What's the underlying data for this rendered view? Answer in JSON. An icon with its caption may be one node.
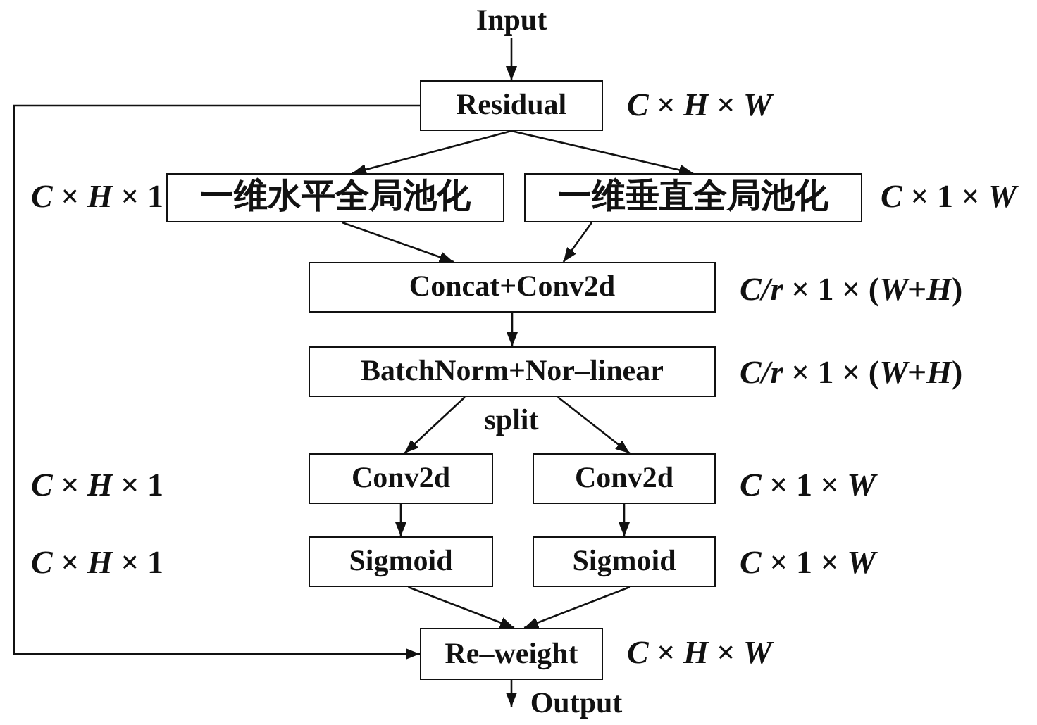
{
  "diagram": {
    "nodes": [
      {
        "text": [
          "Input"
        ]
      },
      {
        "text": [
          "Residual"
        ],
        "beside": [
          "*C* × *H* × *W*"
        ]
      },
      {
        "text": [
          "一维水平全局池化"
        ],
        "beside": [
          "*C* × *H* × 1"
        ]
      },
      {
        "text": [
          "一维垂直全局池化"
        ],
        "beside": [
          "*C* × 1 × *W*"
        ]
      },
      {
        "text": [
          "Concat+Conv2d"
        ],
        "beside": [
          "*C/r* × 1 × (*W*+*H*)"
        ]
      },
      {
        "text": [
          "BatchNorm+Nor–linear"
        ],
        "beside": [
          "*C/r* × 1 × (*W*+*H*)"
        ]
      },
      {
        "text": [
          "Conv2d"
        ]
      },
      {
        "text": [
          "Conv2d"
        ],
        "beside": [
          "*C* × 1 × *W*"
        ]
      },
      {
        "text": [
          "Sigmoid"
        ]
      },
      {
        "text": [
          "Sigmoid"
        ],
        "beside": [
          "*C* × 1 × *W*"
        ]
      },
      {
        "text": [
          "Re–weight"
        ],
        "beside": [
          "*C* × *H* × *W*"
        ]
      },
      {
        "text": [
          "Output"
        ]
      }
    ],
    "edges": [
      {
        "from": 0,
        "to": 1,
        "arrow": "to"
      },
      {
        "from": 1,
        "to": 2,
        "arrow": "to"
      },
      {
        "from": 1,
        "to": 3,
        "arrow": "to"
      },
      {
        "from": 2,
        "to": 4,
        "arrow": "to"
      },
      {
        "from": 3,
        "to": 4,
        "arrow": "to"
      },
      {
        "from": 4,
        "to": 5,
        "arrow": "to"
      },
      {
        "from": 5,
        "to": 6,
        "arrow": "to"
      },
      {
        "from": 5,
        "to": 7,
        "arrow": "to"
      },
      {
        "from": 6,
        "to": 8,
        "arrow": "to"
      },
      {
        "from": 7,
        "to": 9,
        "arrow": "to"
      },
      {
        "from": 8,
        "to": 10,
        "arrow": "to"
      },
      {
        "from": 9,
        "to": 10,
        "arrow": "to"
      },
      {
        "from": 1,
        "to": 10,
        "arrow": "to"
      },
      {
        "from": 10,
        "to": 11,
        "arrow": "to"
      }
    ],
    "labels": [
      "split",
      "*C* × *H* × 1",
      "*C* × *H* × 1"
    ]
  }
}
